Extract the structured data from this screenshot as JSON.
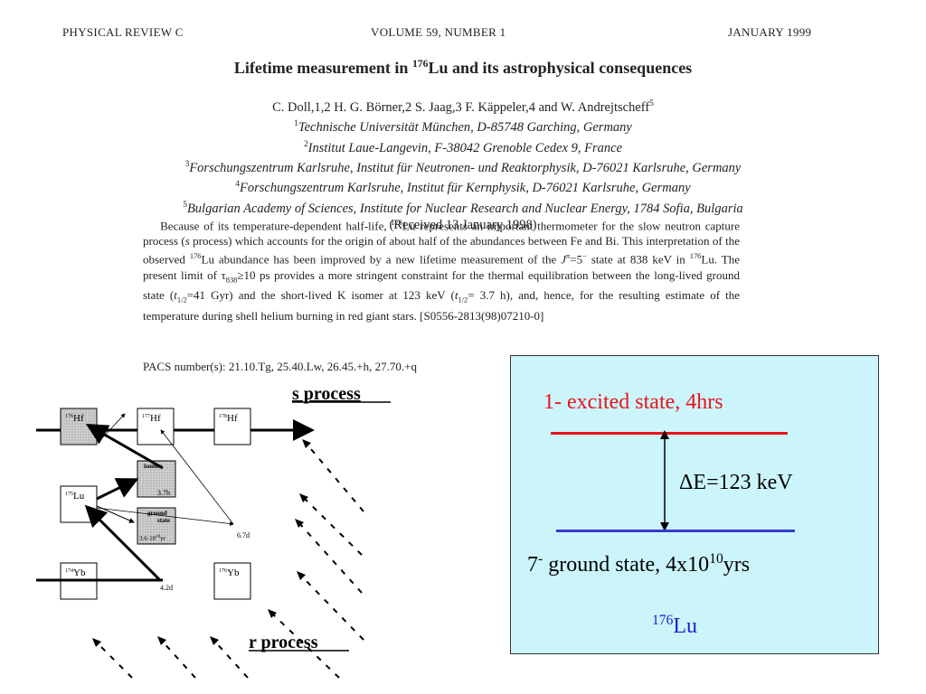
{
  "header": {
    "journal": "PHYSICAL REVIEW C",
    "volume": "VOLUME 59, NUMBER 1",
    "date": "JANUARY 1999"
  },
  "title": {
    "pre": "Lifetime measurement in ",
    "sup": "176",
    "post": "Lu and its astrophysical consequences"
  },
  "authors": "C. Doll,1,2 H. G. Börner,2 S. Jaag,3 F. Käppeler,4 and W. Andrejtscheff5",
  "affiliations": [
    {
      "num": "1",
      "text": "Technische Universität München, D-85748 Garching, Germany"
    },
    {
      "num": "2",
      "text": "Institut Laue-Langevin, F-38042 Grenoble Cedex 9, France"
    },
    {
      "num": "3",
      "text": "Forschungszentrum Karlsruhe, Institut für Neutronen- und Reaktorphysik, D-76021 Karlsruhe, Germany"
    },
    {
      "num": "4",
      "text": "Forschungszentrum Karlsruhe, Institut für Kernphysik, D-76021 Karlsruhe, Germany"
    },
    {
      "num": "5",
      "text": "Bulgarian Academy of Sciences, Institute for Nuclear Research and Nuclear Energy, 1784 Sofia, Bulgaria"
    }
  ],
  "received": "(Received 13 January 1998)",
  "abstract": {
    "p1": "Because of its temperature-dependent half-life, ",
    "sup1": "176",
    "p2": "Lu represents an important thermometer for the slow neutron capture process (",
    "s_italic": "s",
    "p3": " process) which accounts for the origin of about half of the abundances between Fe and Bi. This interpretation of the observed ",
    "sup2": "176",
    "p4": "Lu abundance has been improved by a new lifetime measurement of the ",
    "jpi": "J",
    "p5": "=5",
    "p6": " state at 838 keV in ",
    "sup3": "176",
    "p7": "Lu. The present limit of τ",
    "sub1": "838",
    "p8": "≥10  ps provides a more stringent constraint for the thermal equilibration between the long-lived ground state (",
    "t_italic": "t",
    "sub2": "1/2",
    "p9": "=41  Gyr) and the short-lived K isomer at 123 keV (",
    "sub3": "1/2",
    "p10": "= 3.7  h), and, hence, for the resulting estimate of the temperature during shell helium burning in red giant stars. [S0556-2813(98)07210-0]"
  },
  "pacs": "PACS number(s):  21.10.Tg, 25.40.Lw, 26.45.+h, 27.70.+q",
  "scheme": {
    "s_process": "s process",
    "r_process": "r process",
    "nuclides": [
      {
        "mass": "176",
        "el": "Hf"
      },
      {
        "mass": "177",
        "el": "Hf"
      },
      {
        "mass": "178",
        "el": "Hf"
      },
      {
        "mass": "175",
        "el": "Lu"
      },
      {
        "mass": "174",
        "el": "Yb"
      },
      {
        "mass": "176",
        "el": "Yb"
      }
    ],
    "isomer_label": "isomer",
    "isomer_time": "3.7h",
    "ground_label": "ground",
    "ground_label2": "state",
    "ground_time": "3.6·10",
    "ground_exp": "10",
    "ground_unit": "yr",
    "decay_67": "6.7d",
    "decay_42": "4.2d"
  },
  "infobox": {
    "excited": "1- excited state, 4hrs",
    "delta": "ΔE=123 keV",
    "ground_pre": "7",
    "ground_sup": "-",
    "ground_mid": " ground state, 4x10",
    "ground_exp": "10",
    "ground_post": "yrs",
    "lu_sup": "176",
    "lu": "Lu",
    "colors": {
      "excited": "#e8141b",
      "ground_line": "#3a3acc",
      "lu": "#1a1acc",
      "bg": "#ccf5fb"
    }
  }
}
